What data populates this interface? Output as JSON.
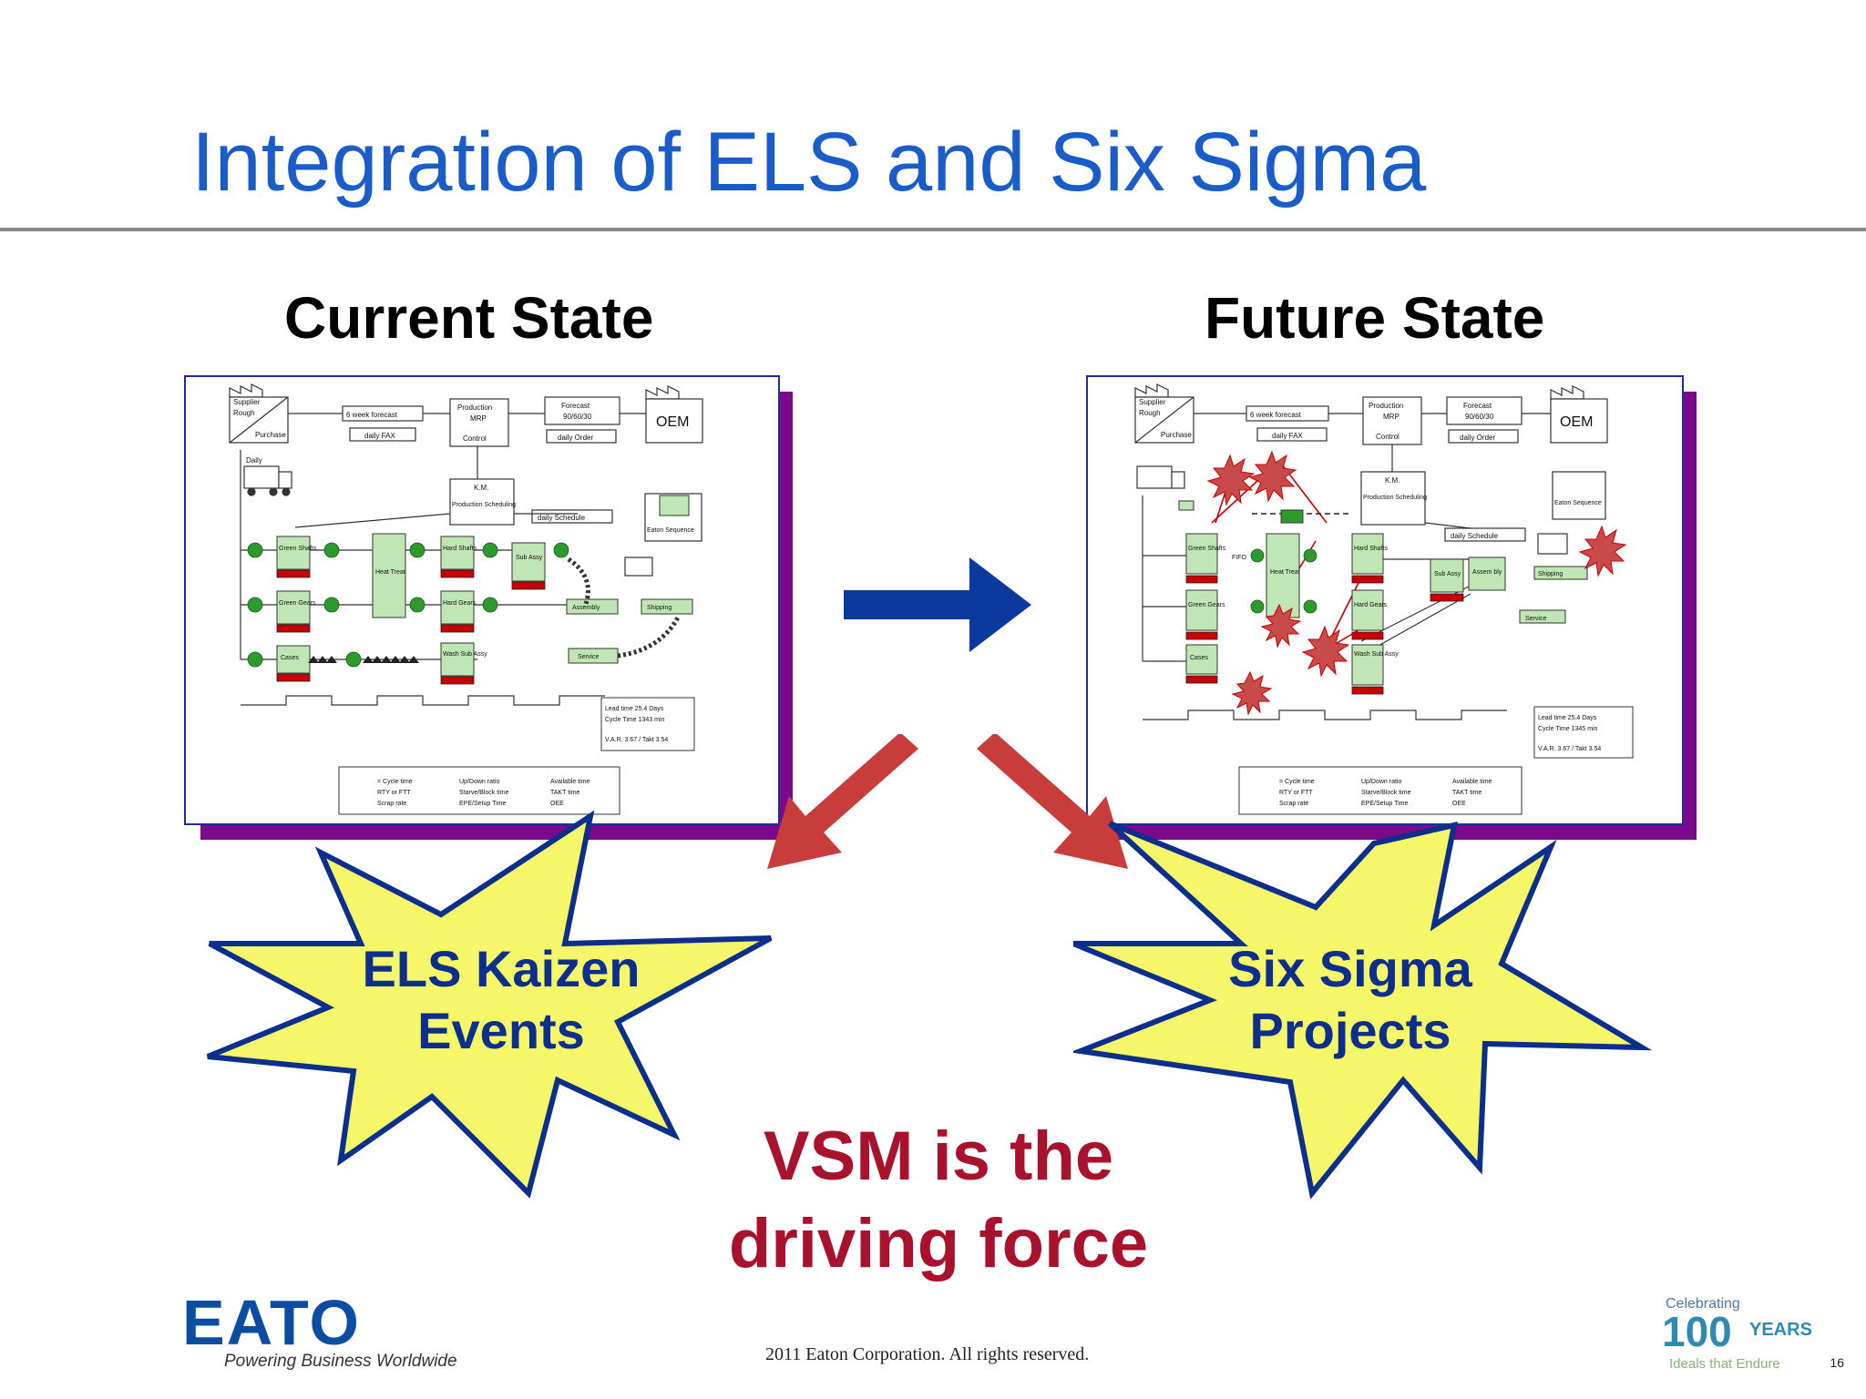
{
  "slide": {
    "title": "Integration of ELS and Six Sigma",
    "current_state_label": "Current State",
    "future_state_label": "Future State",
    "burst_left": {
      "line1": "ELS Kaizen",
      "line2": "Events"
    },
    "burst_right": {
      "line1": "Six Sigma",
      "line2": "Projects"
    },
    "vsm_line1": "VSM is the",
    "vsm_line2": "driving force",
    "copyright": "2011 Eaton Corporation. All rights reserved.",
    "page_number": "16",
    "page_number_visible": true
  },
  "logo": {
    "name": "EATON",
    "tagline": "Powering Business Worldwide"
  },
  "centennial": {
    "celebrating": "Celebrating",
    "number": "100",
    "years": "YEARS",
    "motto": "Ideals that Endure"
  },
  "current_map": {
    "supplier": "Supplier",
    "rough": "Rough",
    "purchase": "Purchase",
    "forecast_weeks": "6 week forecast",
    "daily_fax": "daily FAX",
    "production": "Production",
    "mrp": "MRP",
    "control": "Control",
    "forecast": "Forecast",
    "forecast_mix": "90/60/30",
    "daily_order": "daily Order",
    "oem": "OEM",
    "daily": "Daily",
    "km": "K.M.",
    "scheduling": "Production Scheduling",
    "daily_schedule": "daily Schedule",
    "eaton_sequence": "Eaton Sequence",
    "green_shafts": "Green Shafts",
    "heat_treat": "Heat Treat",
    "hard_shafts": "Hard Shafts",
    "sub_assy": "Sub Assy",
    "green_gears": "Green Gears",
    "hard_gears": "Hard Gears",
    "assembly": "Assembly",
    "shipping": "Shipping",
    "cases": "Cases",
    "wash_sub_assy": "Wash Sub Assy",
    "service": "Service",
    "lead_time": "Lead time 25.4 Days",
    "cycle_time": "Cycle Time 1343 min",
    "var_takt": "V.A.R. 3.67 / Takt 3.54",
    "legend": [
      [
        "= Cycle time",
        "Up/Down ratio",
        "Available time"
      ],
      [
        "RTY or FTT",
        "Starve/Block time",
        "TAKT time"
      ],
      [
        "Scrap rate",
        "EPE/Setup Time",
        "OEE"
      ]
    ]
  },
  "future_map": {
    "supplier": "Supplier",
    "rough": "Rough",
    "purchase": "Purchase",
    "forecast_weeks": "6 week forecast",
    "daily_fax": "daily FAX",
    "production": "Production",
    "mrp": "MRP",
    "control": "Control",
    "forecast": "Forecast",
    "forecast_mix": "90/60/30",
    "daily_order": "daily Order",
    "oem": "OEM",
    "km": "K.M.",
    "scheduling": "Production Scheduling",
    "daily_schedule": "daily Schedule",
    "eaton_sequence": "Eaton Sequence",
    "green_shafts": "Green Shafts",
    "heat_treat": "Heat Treat",
    "hard_shafts": "Hard Shafts",
    "sub_assy": "Sub Assy",
    "assem": "Assem bly",
    "shipping": "Shipping",
    "green_gears": "Green Gears",
    "hard_gears": "Hard Gears",
    "service": "Service",
    "cases": "Cases",
    "wash_sub_assy": "Wash Sub Assy",
    "fifo": "FIFO",
    "lead_time": "Lead time 25.4 Days",
    "cycle_time": "Cycle Time 1345 min",
    "var_takt": "V.A.R. 3.67 / Takt 3.54",
    "legend": [
      [
        "= Cycle time",
        "Up/Down ratio",
        "Available time"
      ],
      [
        "RTY or FTT",
        "Starve/Block time",
        "TAKT time"
      ],
      [
        "Scrap rate",
        "EPE/Setup Time",
        "OEE"
      ]
    ]
  },
  "colors": {
    "title_blue": "#1a5cc8",
    "arrow_blue": "#0b3a9e",
    "arrow_red": "#c83c3c",
    "burst_fill": "#f6f66a",
    "burst_stroke": "#0b2f8a",
    "vsm_red": "#a8122c",
    "frame_shadow": "#7a0a8a"
  }
}
